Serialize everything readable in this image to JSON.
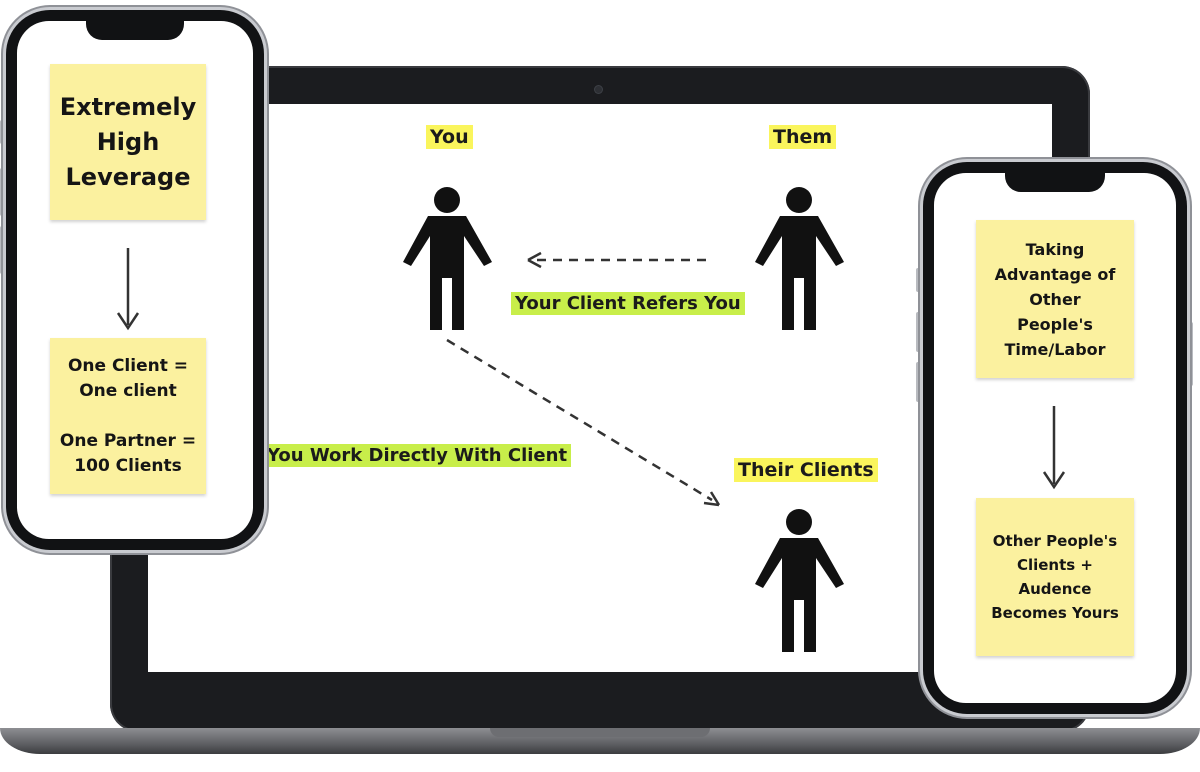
{
  "laptop": {
    "you_label": "You",
    "them_label": "Them",
    "their_clients_label": "Their Clients",
    "refers_label": "Your Client Refers You",
    "work_label": "You Work Directly With Client"
  },
  "left_phone": {
    "top_note": "Extremely\nHigh\nLeverage",
    "bottom_note": "One Client =\nOne client\n\nOne Partner =\n100 Clients"
  },
  "right_phone": {
    "top_note": "Taking\nAdvantage of\nOther\nPeople's\nTime/Labor",
    "bottom_note": "Other People's\nClients +\nAudence\nBecomes Yours"
  },
  "colors": {
    "sticky_note": "#fbf19f",
    "highlight_yellow": "#faf55c",
    "highlight_green": "#c8ee4a"
  }
}
